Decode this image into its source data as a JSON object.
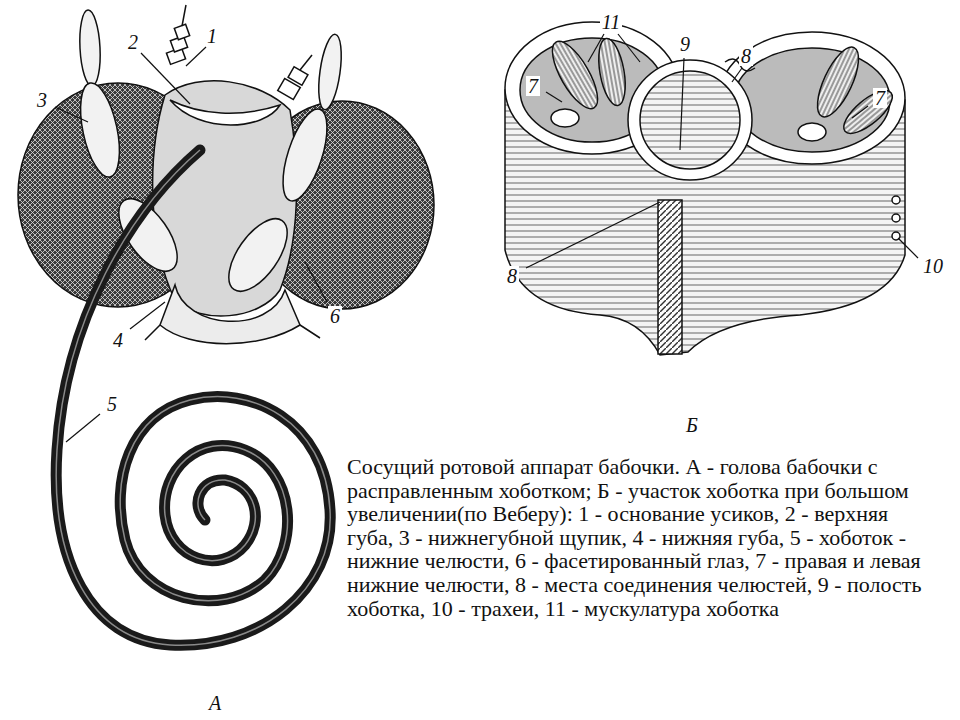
{
  "diagram": {
    "caption": "Сосущий ротовой аппарат бабочки. А - голова бабочки с расправленным хоботком; Б - участок хоботка при большом увеличении(по Веберу): 1 - основание усиков, 2 - верхняя губа, 3 - нижнегубной щупик, 4 - нижняя губа, 5 - хоботок - нижние челюсти, 6 - фасетированный глаз, 7 - правая и левая нижние челюсти, 8 - места соединения челюстей, 9 - полость хоботка, 10 - трахеи, 11 - мускулатура хоботка",
    "labels": [
      "11",
      "2",
      "1",
      "9",
      "8",
      "7",
      "7",
      "3",
      "8",
      "10",
      "4",
      "6",
      "5",
      "Б",
      "А"
    ]
  }
}
